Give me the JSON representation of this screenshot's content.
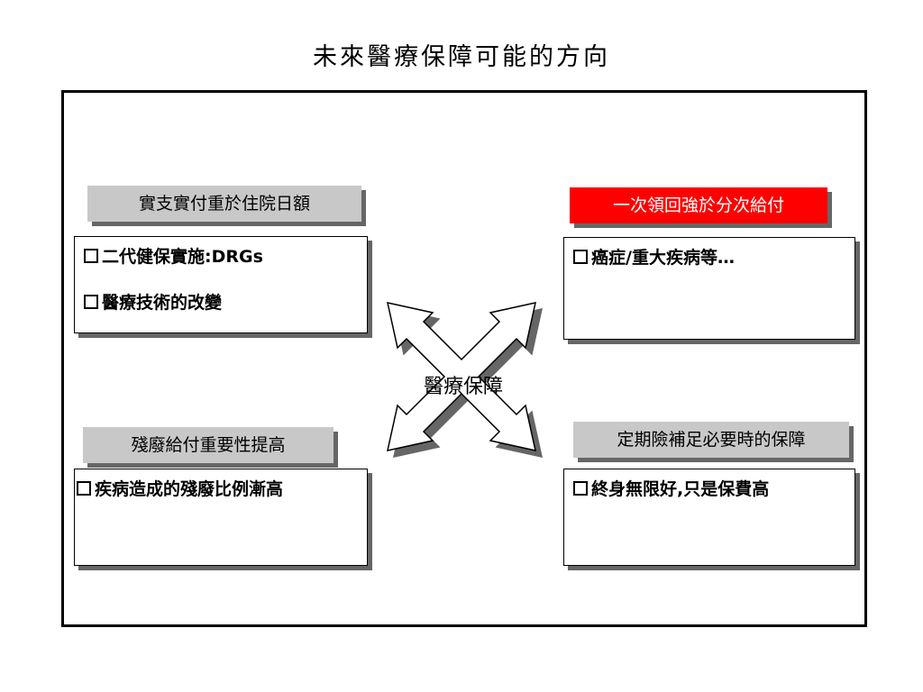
{
  "title": "未來醫療保障可能的方向",
  "center": {
    "label": "醫療保障"
  },
  "quadrants": [
    {
      "id": "top-left",
      "tag": "實支實付重於住院日額",
      "tag_color": "#c8c8c8",
      "items": [
        "二代健保實施:DRGs",
        "醫療技術的改變"
      ]
    },
    {
      "id": "top-right",
      "tag": "一次領回強於分次給付",
      "tag_color": "#ff0000",
      "items": [
        "癌症/重大疾病等…"
      ]
    },
    {
      "id": "bottom-left",
      "tag": "殘廢給付重要性提高",
      "tag_color": "#c8c8c8",
      "items": [
        "疾病造成的殘廢比例漸高"
      ]
    },
    {
      "id": "bottom-right",
      "tag": "定期險補足必要時的保障",
      "tag_color": "#c8c8c8",
      "items": [
        "終身無限好,只是保費高"
      ]
    }
  ]
}
